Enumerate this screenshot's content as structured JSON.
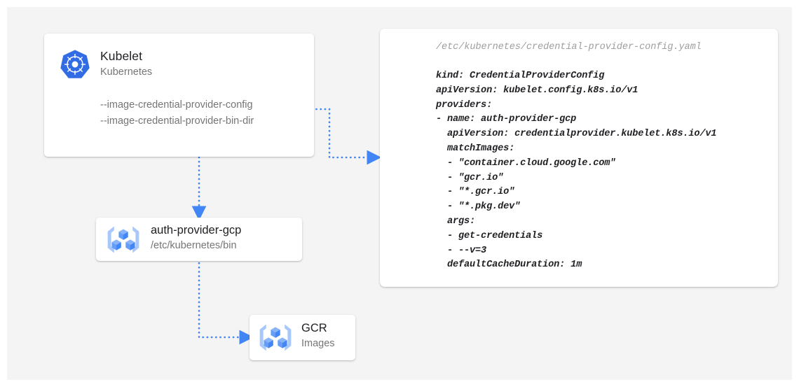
{
  "canvas": {
    "background": "#f4f4f4",
    "page_background": "#ffffff"
  },
  "colors": {
    "kubernetes_blue": "#326ce5",
    "connector_blue": "#4285f4",
    "gcp_icon_light": "#8ab4f8",
    "gcp_icon_mid": "#669df6",
    "gcp_icon_dark": "#4285f4",
    "text_primary": "#202124",
    "text_secondary": "#757575",
    "code_text": "#202124",
    "code_path_text": "#9e9e9e"
  },
  "kubelet_card": {
    "title": "Kubelet",
    "subtitle": "Kubernetes",
    "icon": "kubernetes-logo-icon",
    "flags": [
      "--image-credential-provider-config",
      "--image-credential-provider-bin-dir"
    ]
  },
  "auth_provider_card": {
    "title": "auth-provider-gcp",
    "subtitle": "/etc/kubernetes/bin",
    "icon": "gcp-container-registry-icon"
  },
  "gcr_card": {
    "title": "GCR",
    "subtitle": "Images",
    "icon": "gcp-container-registry-icon"
  },
  "yaml_panel": {
    "path": "/etc/kubernetes/credential-provider-config.yaml",
    "lines": [
      "kind: CredentialProviderConfig",
      "apiVersion: kubelet.config.k8s.io/v1",
      "providers:",
      "- name: auth-provider-gcp",
      "  apiVersion: credentialprovider.kubelet.k8s.io/v1",
      "  matchImages:",
      "  - \"container.cloud.google.com\"",
      "  - \"gcr.io\"",
      "  - \"*.gcr.io\"",
      "  - \"*.pkg.dev\"",
      "  args:",
      "  - get-credentials",
      "  - --v=3",
      "  defaultCacheDuration: 1m"
    ]
  },
  "connectors": [
    {
      "name": "kubelet-config-to-yaml",
      "style": "dotted",
      "arrow": "right"
    },
    {
      "name": "kubelet-to-auth-provider",
      "style": "dotted",
      "arrow": "down"
    },
    {
      "name": "auth-provider-to-gcr",
      "style": "dotted",
      "arrow": "right"
    }
  ]
}
